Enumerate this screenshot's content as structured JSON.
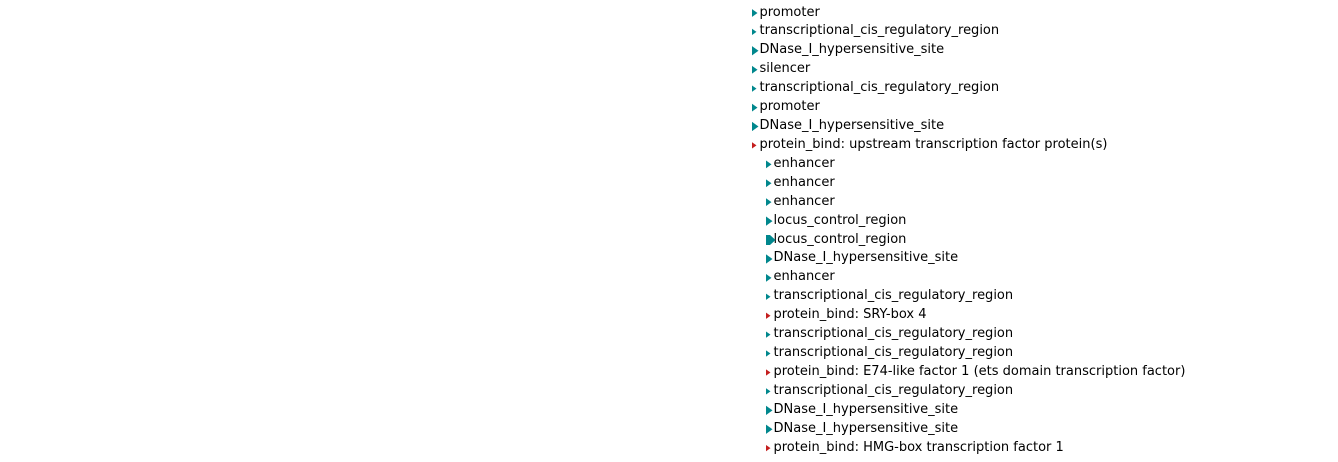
{
  "app": {
    "description": "genome-browser feature label panel on white canvas",
    "background": "#ffffff"
  },
  "colors": {
    "teal": "#00878D",
    "red": "#C41E1E",
    "text": "#000000"
  },
  "feature_panel": {
    "rows": [
      {
        "label": "promoter",
        "color": "teal",
        "size": "m",
        "indent": 0,
        "icon": "triangle-right"
      },
      {
        "label": "transcriptional_cis_regulatory_region",
        "color": "teal",
        "size": "s",
        "indent": 0,
        "icon": "triangle-right"
      },
      {
        "label": "DNase_I_hypersensitive_site",
        "color": "teal",
        "size": "l",
        "indent": 0,
        "icon": "triangle-right"
      },
      {
        "label": "silencer",
        "color": "teal",
        "size": "m",
        "indent": 0,
        "icon": "triangle-right"
      },
      {
        "label": "transcriptional_cis_regulatory_region",
        "color": "teal",
        "size": "s",
        "indent": 0,
        "icon": "triangle-right"
      },
      {
        "label": "promoter",
        "color": "teal",
        "size": "m",
        "indent": 0,
        "icon": "triangle-right"
      },
      {
        "label": "DNase_I_hypersensitive_site",
        "color": "teal",
        "size": "l",
        "indent": 0,
        "icon": "triangle-right"
      },
      {
        "label": "protein_bind: upstream transcription factor protein(s)",
        "color": "red",
        "size": "s",
        "indent": 0,
        "icon": "triangle-right"
      },
      {
        "label": "enhancer",
        "color": "teal",
        "size": "m",
        "indent": 1,
        "icon": "triangle-right"
      },
      {
        "label": "enhancer",
        "color": "teal",
        "size": "m",
        "indent": 1,
        "icon": "triangle-right"
      },
      {
        "label": "enhancer",
        "color": "teal",
        "size": "m",
        "indent": 1,
        "icon": "triangle-right"
      },
      {
        "label": "locus_control_region",
        "color": "teal",
        "size": "l",
        "indent": 1,
        "icon": "triangle-right"
      },
      {
        "label": "locus_control_region",
        "color": "teal",
        "size": "xl",
        "indent": 1,
        "icon": "pentagon-right"
      },
      {
        "label": "DNase_I_hypersensitive_site",
        "color": "teal",
        "size": "l",
        "indent": 1,
        "icon": "triangle-right"
      },
      {
        "label": "enhancer",
        "color": "teal",
        "size": "m",
        "indent": 1,
        "icon": "triangle-right"
      },
      {
        "label": "transcriptional_cis_regulatory_region",
        "color": "teal",
        "size": "s",
        "indent": 1,
        "icon": "triangle-right"
      },
      {
        "label": "protein_bind: SRY-box 4",
        "color": "red",
        "size": "s",
        "indent": 1,
        "icon": "triangle-right"
      },
      {
        "label": "transcriptional_cis_regulatory_region",
        "color": "teal",
        "size": "s",
        "indent": 1,
        "icon": "triangle-right"
      },
      {
        "label": "transcriptional_cis_regulatory_region",
        "color": "teal",
        "size": "s",
        "indent": 1,
        "icon": "triangle-right"
      },
      {
        "label": "protein_bind: E74-like factor 1 (ets domain transcription factor)",
        "color": "red",
        "size": "s",
        "indent": 1,
        "icon": "triangle-right"
      },
      {
        "label": "transcriptional_cis_regulatory_region",
        "color": "teal",
        "size": "s",
        "indent": 1,
        "icon": "triangle-right"
      },
      {
        "label": "DNase_I_hypersensitive_site",
        "color": "teal",
        "size": "l",
        "indent": 1,
        "icon": "triangle-right"
      },
      {
        "label": "DNase_I_hypersensitive_site",
        "color": "teal",
        "size": "l",
        "indent": 1,
        "icon": "triangle-right"
      },
      {
        "label": "protein_bind: HMG-box transcription factor 1",
        "color": "red",
        "size": "s",
        "indent": 1,
        "icon": "triangle-right"
      }
    ]
  }
}
